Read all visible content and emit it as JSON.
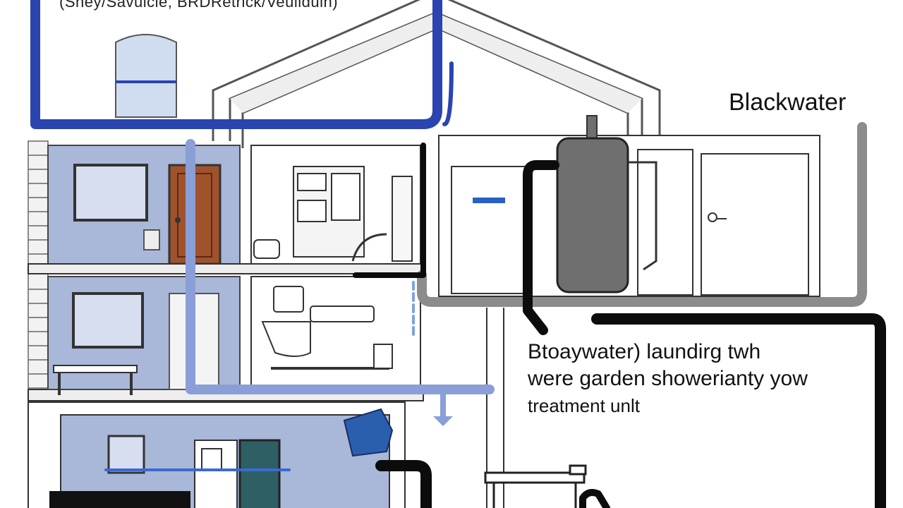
{
  "diagram": {
    "top_caption": "(Shey/Savuicle, BRDRetrick/Veullduih)",
    "blackwater_label": "Blackwater",
    "greywater_label": {
      "line1": "Btoaywater) laundirg twh",
      "line2": "were garden showerianty yow",
      "line3": "treatment unlt"
    }
  },
  "colors": {
    "pipe_blue": "#2a44b0",
    "pipe_light_blue": "#8a9fd8",
    "pipe_grey": "#8c8c8c",
    "pipe_black": "#0c0c0c",
    "wall_blue": "#a9b7d8",
    "door_brown": "#a0522d",
    "tank_dark": "#6f6f6f"
  }
}
